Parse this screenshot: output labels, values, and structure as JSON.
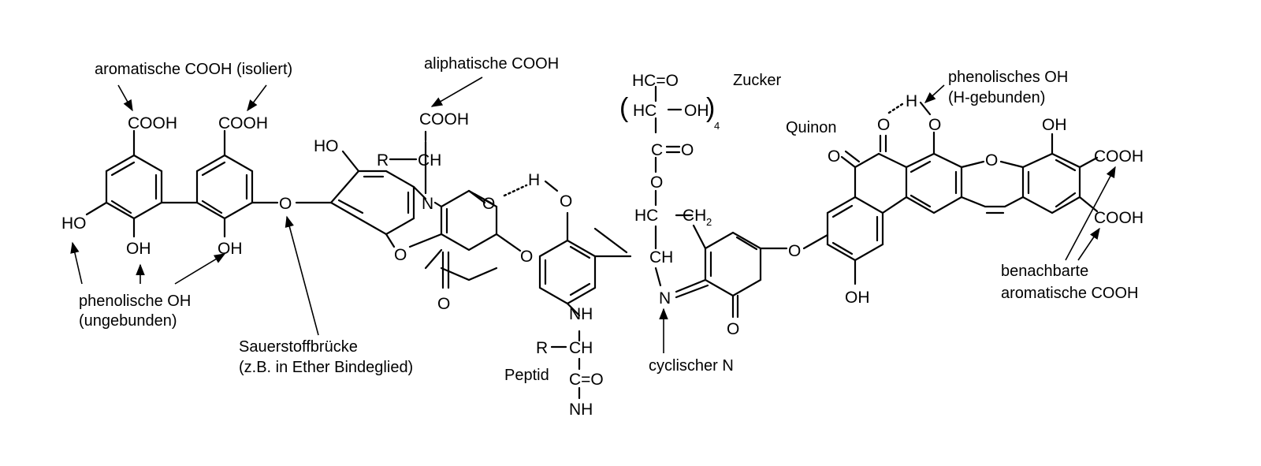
{
  "annotations": {
    "aromatic_cooh_isolated": "aromatische COOH (isoliert)",
    "aliphatic_cooh": "aliphatische COOH",
    "sugar": "Zucker",
    "phenolic_oh_hbonded_1": "phenolisches OH",
    "phenolic_oh_hbonded_2": "(H-gebunden)",
    "quinone": "Quinon",
    "phenolic_oh_free_1": "phenolische OH",
    "phenolic_oh_free_2": "(ungebunden)",
    "oxygen_bridge_1": "Sauerstoffbrücke",
    "oxygen_bridge_2": "(z.B. in Ether Bindeglied)",
    "peptide": "Peptid",
    "cyclic_n": "cyclischer N",
    "adjacent_cooh_1": "benachbarte",
    "adjacent_cooh_2": "aromatische COOH"
  },
  "atoms": {
    "cooh": "COOH",
    "oh": "OH",
    "ho": "HO",
    "o": "O",
    "n": "N",
    "h": "H",
    "nh": "NH",
    "ch": "CH",
    "hc": "HC",
    "ch2": "CH",
    "ch2_sub": "2",
    "r": "R",
    "c": "C",
    "c_eq_o": "C=O",
    "hc_eq_o": "HC=O",
    "paren_open": "(",
    "paren_close": ")",
    "repeat_4": "4"
  }
}
